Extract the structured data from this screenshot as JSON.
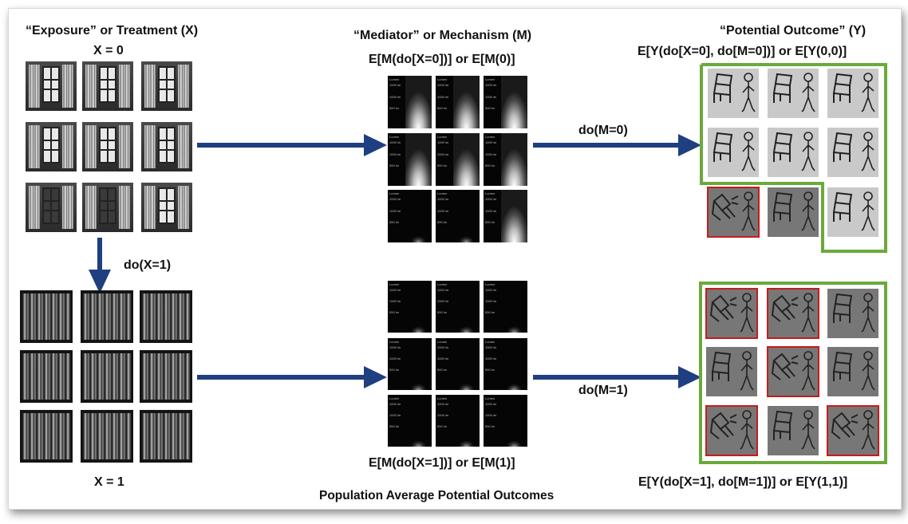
{
  "labels": {
    "exposure_title": "“Exposure” or Treatment (X)",
    "x0": "X = 0",
    "x1": "X = 1",
    "do_x": "do(X=1)",
    "mediator_title": "“Mediator” or Mechanism (M)",
    "m0_formula": "E[M(do[X=0])]  or  E[M(0)]",
    "m1_formula": "E[M(do[X=1])]  or  E[M(1)]",
    "outcome_title": "“Potential Outcome” (Y)",
    "y00_formula": "E[Y(do[X=0], do[M=0])]  or  E[Y(0,0)]",
    "y11_formula": "E[Y(do[X=1], do[M=1])]  or  E[Y(1,1)]",
    "do_m0": "do(M=0)",
    "do_m1": "do(M=1)",
    "footer": "Population Average Potential Outcomes"
  },
  "lux_labels": {
    "top": "Lumen",
    "l1": "1000 lm",
    "l2": "1000 lm",
    "l3": "500 lm"
  },
  "colors": {
    "arrow": "#1f3f80",
    "green_border": "#6aaa3a",
    "red_border": "#c41c1c"
  },
  "icons": [
    "window-icon",
    "curtain-icon",
    "lux-meter-icon",
    "chair-icon",
    "stick-figure-icon",
    "arrow-right-icon",
    "arrow-down-icon"
  ],
  "grids": {
    "x0_windows": [
      "open",
      "open",
      "open",
      "open",
      "open",
      "open",
      "closed",
      "closed",
      "open"
    ],
    "x1_windows": [
      "curtained",
      "curtained",
      "curtained",
      "curtained",
      "curtained",
      "curtained",
      "curtained",
      "curtained",
      "curtained"
    ],
    "m0_lux": [
      "bright",
      "bright",
      "bright",
      "bright",
      "bright",
      "bright",
      "dark",
      "dark",
      "bright"
    ],
    "m1_lux": [
      "dark",
      "dark",
      "dark",
      "dark",
      "dark",
      "dark",
      "dark",
      "dark",
      "dark"
    ],
    "y00_outcomes": [
      "safe",
      "safe",
      "safe",
      "safe",
      "safe",
      "safe",
      "fall",
      "safe-dark",
      "safe"
    ],
    "y11_outcomes": [
      "fall",
      "fall",
      "safe",
      "safe",
      "fall",
      "safe",
      "fall",
      "safe",
      "fall"
    ]
  }
}
